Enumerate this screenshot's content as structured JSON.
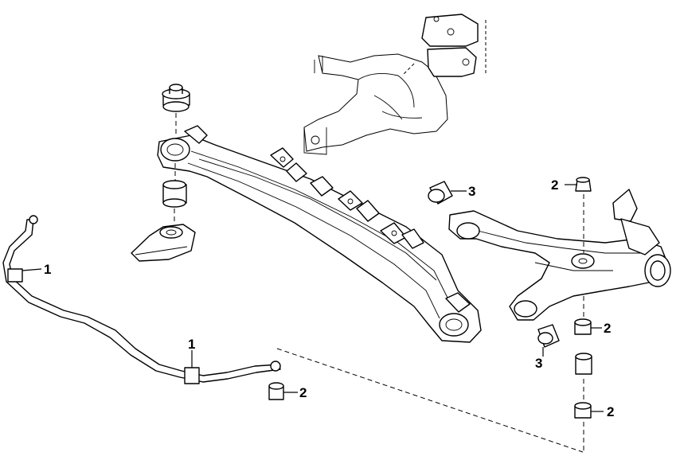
{
  "callouts": {
    "stabilizer_bushing_left": "1",
    "stabilizer_bushing_center": "1",
    "link_nut": "2",
    "upper_nut": "2",
    "arm_nut": "2",
    "lower_nut": "2",
    "arm_bushing_upper": "3",
    "arm_bushing_lower": "3"
  },
  "colors": {
    "line": "#000000",
    "background": "#ffffff"
  }
}
